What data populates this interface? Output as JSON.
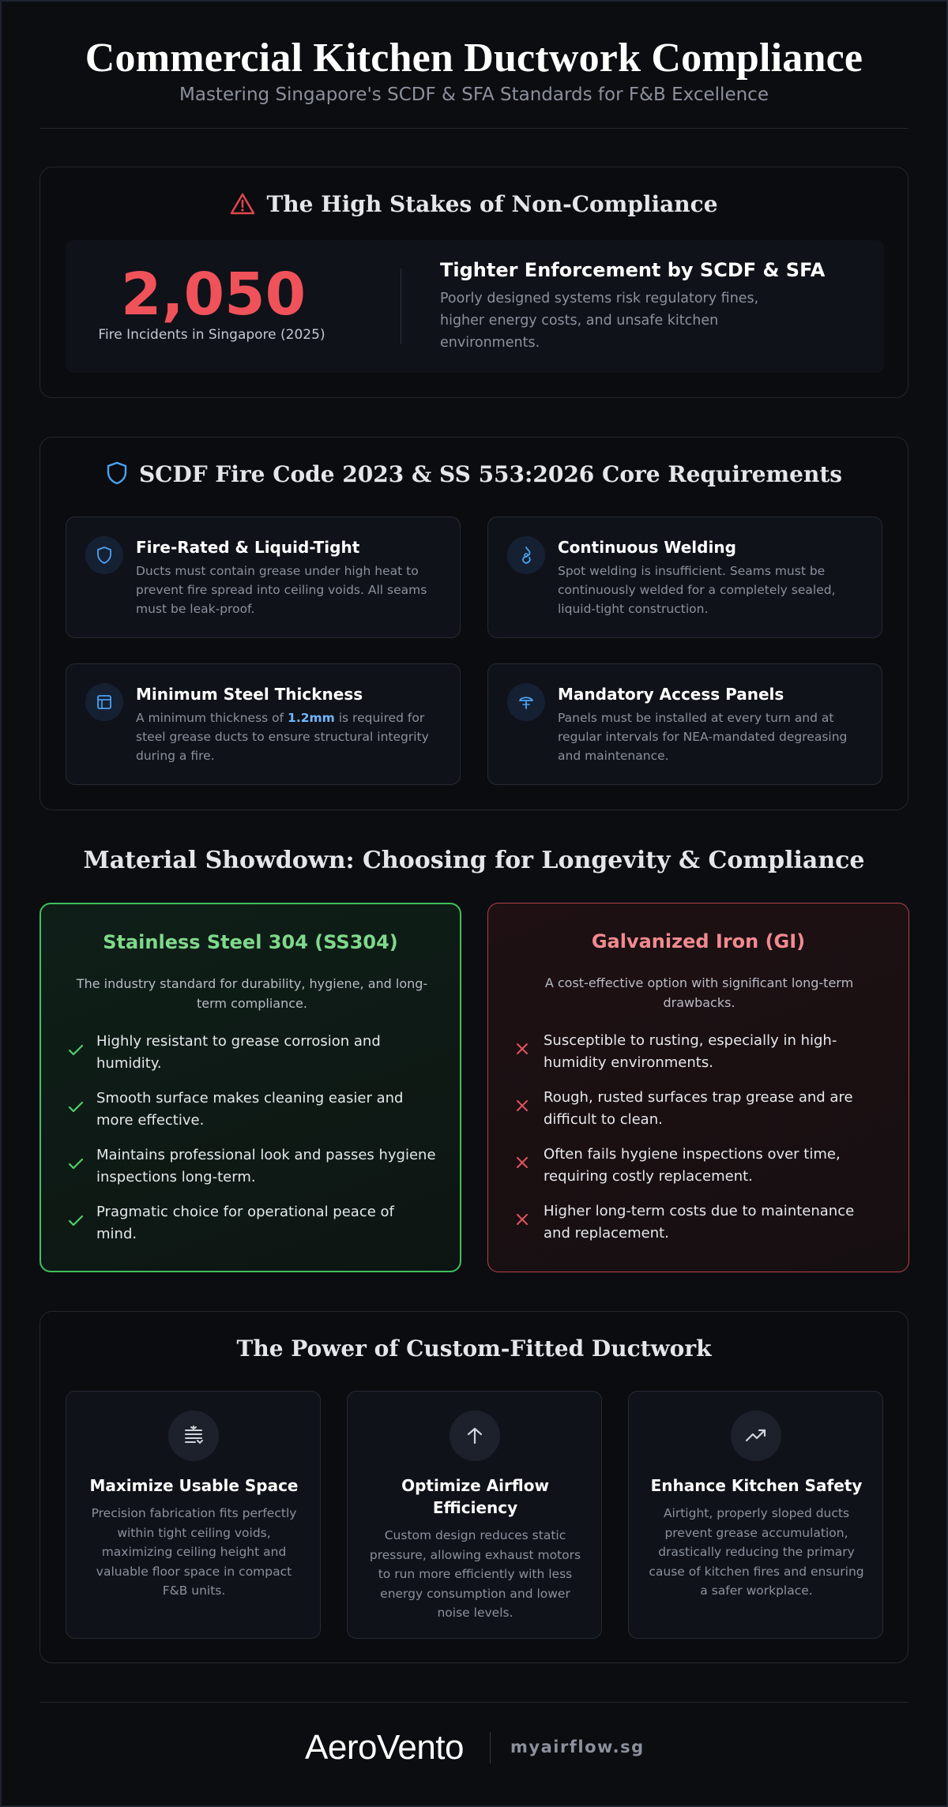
{
  "header": {
    "title": "Commercial Kitchen Ductwork Compliance",
    "subtitle": "Mastering Singapore's SCDF & SFA Standards for F&B Excellence"
  },
  "stakes": {
    "title": "The High Stakes of Non-Compliance",
    "big_number": "2,050",
    "big_label": "Fire Incidents in Singapore (2025)",
    "enforcement_title": "Tighter Enforcement by SCDF & SFA",
    "enforcement_text": "Poorly designed systems risk regulatory fines, higher energy costs, and unsafe kitchen environments.",
    "accent": "#f0525a"
  },
  "requirements": {
    "title": "SCDF Fire Code 2023 & SS 553:2026 Core Requirements",
    "items": [
      {
        "icon": "shield-icon",
        "title": "Fire-Rated & Liquid-Tight",
        "desc": "Ducts must contain grease under high heat to prevent fire spread into ceiling voids. All seams must be leak-proof."
      },
      {
        "icon": "weld-icon",
        "title": "Continuous Welding",
        "desc": "Spot welding is insufficient. Seams must be continuously welded for a completely sealed, liquid-tight construction."
      },
      {
        "icon": "ruler-icon",
        "title": "Minimum Steel Thickness",
        "desc_before": "A minimum thickness of ",
        "desc_highlight": "1.2mm",
        "desc_after": " is required for steel grease ducts to ensure structural integrity during a fire."
      },
      {
        "icon": "hatch-icon",
        "title": "Mandatory Access Panels",
        "desc": "Panels must be installed at every turn and at regular intervals for NEA-mandated degreasing and maintenance."
      }
    ]
  },
  "materials": {
    "title": "Material Showdown: Choosing for Longevity & Compliance",
    "good": {
      "name": "Stainless Steel 304 (SS304)",
      "summary": "The industry standard for durability, hygiene, and long-term compliance.",
      "points": [
        "Highly resistant to grease corrosion and humidity.",
        "Smooth surface makes cleaning easier and more effective.",
        "Maintains professional look and passes hygiene inspections long-term.",
        "Pragmatic choice for operational peace of mind."
      ],
      "color": "#3fbf5f"
    },
    "bad": {
      "name": "Galvanized Iron (GI)",
      "summary": "A cost-effective option with significant long-term drawbacks.",
      "points": [
        "Susceptible to rusting, especially in high-humidity environments.",
        "Rough, rusted surfaces trap grease and are difficult to clean.",
        "Often fails hygiene inspections over time, requiring costly replacement.",
        "Higher long-term costs due to maintenance and replacement."
      ],
      "color": "#e0555c"
    }
  },
  "custom": {
    "title": "The Power of Custom-Fitted Ductwork",
    "cards": [
      {
        "icon": "compress-icon",
        "title": "Maximize Usable Space",
        "desc": "Precision fabrication fits perfectly within tight ceiling voids, maximizing ceiling height and valuable floor space in compact F&B units."
      },
      {
        "icon": "arrow-up-icon",
        "title": "Optimize Airflow Efficiency",
        "desc": "Custom design reduces static pressure, allowing exhaust motors to run more efficiently with less energy consumption and lower noise levels."
      },
      {
        "icon": "trend-up-icon",
        "title": "Enhance Kitchen Safety",
        "desc": "Airtight, properly sloped ducts prevent grease accumulation, drastically reducing the primary cause of kitchen fires and ensuring a safer workplace."
      }
    ]
  },
  "footer": {
    "brand": "AeroVento",
    "site": "myairflow.sg"
  }
}
